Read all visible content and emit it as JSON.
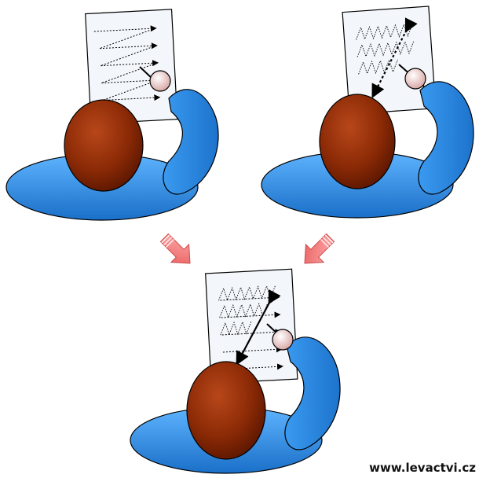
{
  "watermark": "www.levactvi.cz",
  "colors": {
    "skin": "#8b2a06",
    "body": "#2b8fe6",
    "paper": "#f3f7fb",
    "pen": "#e8c9c7",
    "arrow": "#f08080"
  },
  "scenes": [
    {
      "id": "left-to-right-writing",
      "writing": "arrows"
    },
    {
      "id": "right-to-left-mirror",
      "writing": "zigzag"
    },
    {
      "id": "combined",
      "writing": "combined"
    }
  ]
}
